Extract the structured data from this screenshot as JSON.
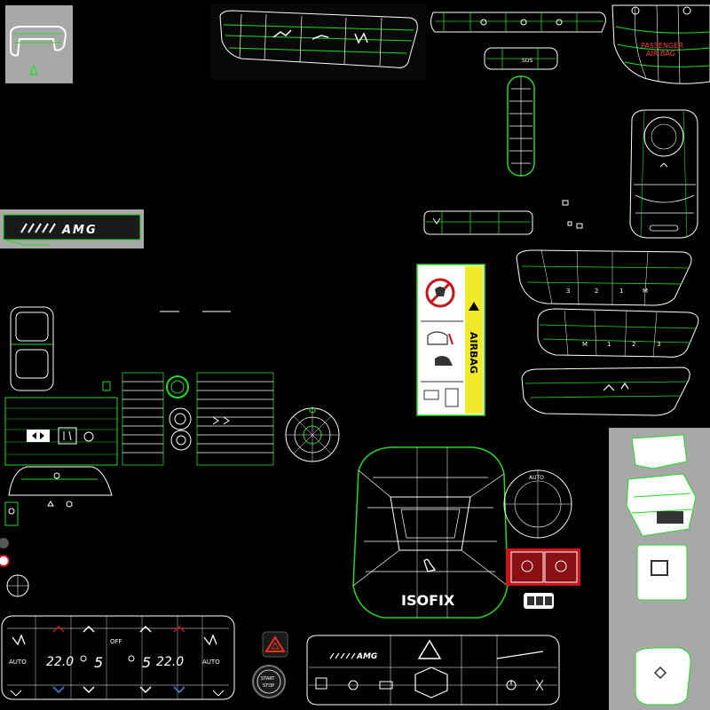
{
  "texture": {
    "amg_badge_text": "AMG",
    "airbag_label": "AIRBAG",
    "passenger_airbag_line1": "PASSENGER",
    "passenger_airbag_line2": "AIR BAG",
    "isofix_label": "ISOFIX",
    "sos_label": "SOS",
    "off_label": "OFF",
    "auto_left": "AUTO",
    "auto_right": "AUTO",
    "temp_left": "22.0",
    "temp_right": "22.0",
    "fan_left": "5",
    "fan_right": "5",
    "start_line1": "START",
    "start_line2": "STOP",
    "bottom_amg_text": "AMG",
    "auto_dial_label": "AUTO",
    "seat_memory_upper": [
      "3",
      "2",
      "1",
      "M"
    ],
    "seat_memory_lower": [
      "M",
      "1",
      "2",
      "3"
    ],
    "colors": {
      "wire_green": "#1fdc1f",
      "wire_white": "#ffffff",
      "panel_grey": "#a8a8a8",
      "warning_yellow": "#f1ea2b",
      "airbag_red": "#c8141a",
      "hazard_red": "#e8321e"
    }
  }
}
